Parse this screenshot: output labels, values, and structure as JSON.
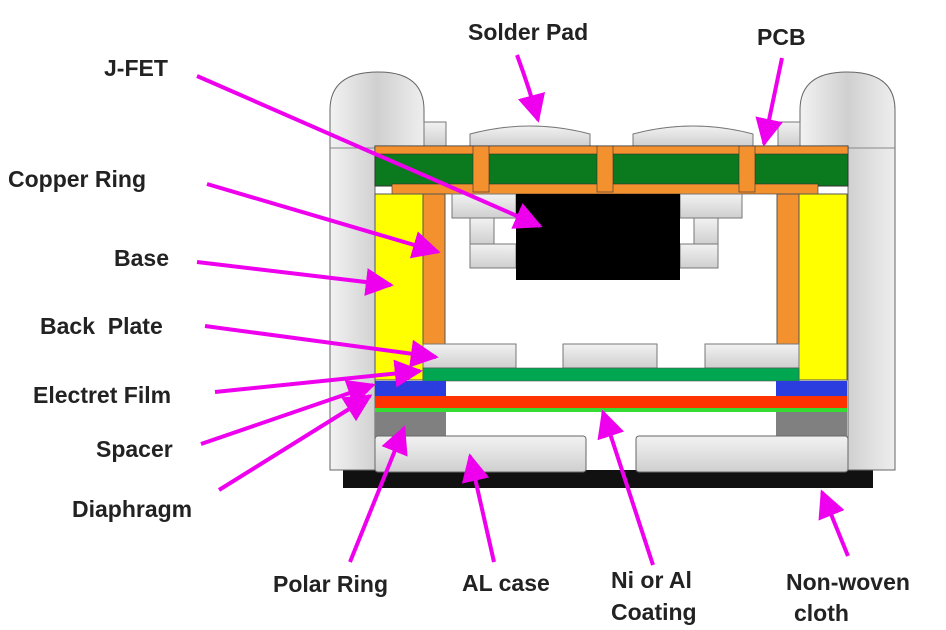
{
  "labels": {
    "solder_pad": "Solder Pad",
    "pcb": "PCB",
    "jfet": "J-FET",
    "copper_ring": "Copper Ring",
    "base": "Base",
    "back_plate": "Back  Plate",
    "electret_film": "Electret Film",
    "spacer": "Spacer",
    "diaphragm": "Diaphragm",
    "polar_ring": "Polar Ring",
    "al_case": "AL case",
    "coating_line1": "Ni or Al",
    "coating_line2": "Coating",
    "nonwoven_line1": "Non-woven",
    "nonwoven_line2": "cloth"
  },
  "colors": {
    "arrow": "#ee00ee",
    "pcb_green": "#0b7a1e",
    "copper": "#f4912f",
    "base_yellow": "#ffff00",
    "electret_green": "#00a650",
    "spacer_blue": "#2c3de0",
    "diaphragm_red": "#ff3300",
    "polar_ring_gray": "#808080",
    "metal_gray": "#d9d9d9",
    "jfet_black": "#000000",
    "cloth_black": "#111111"
  }
}
